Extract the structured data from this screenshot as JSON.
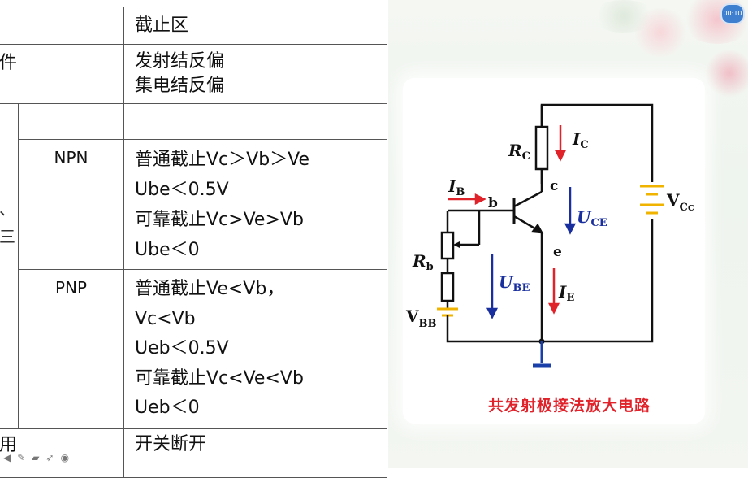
{
  "table": {
    "row_header_region": "截止区",
    "condition_label": "件",
    "condition_lines": [
      "发射结反偏",
      "集电结反偏"
    ],
    "npn": {
      "label": "NPN",
      "lines": [
        "普通截止Vc＞Vb＞Ve",
        "Ube＜0.5V",
        "可靠截止Vc>Ve>Vb",
        "Ube＜0"
      ]
    },
    "pnp": {
      "label": "PNP",
      "lines": [
        "普通截止Ve<Vb，",
        "Vc<Vb",
        "Ueb＜0.5V",
        "可靠截止Vc<Ve<Vb",
        "Ueb＜0"
      ]
    },
    "side_char_1": "、",
    "side_char_2": "三",
    "usage_label": "用",
    "usage_value": "开关断开"
  },
  "circuit": {
    "caption": "共发射极接法放大电路",
    "labels": {
      "rc": "R",
      "rc_sub": "C",
      "ic": "I",
      "ic_sub": "C",
      "c": "c",
      "ib": "I",
      "ib_sub": "B",
      "b": "b",
      "uce": "U",
      "uce_sub": "CE",
      "e": "e",
      "rb": "R",
      "rb_sub": "b",
      "ube": "U",
      "ube_sub": "BE",
      "ie": "I",
      "ie_sub": "E",
      "vbb": "V",
      "vbb_sub": "BB",
      "vcc": "V",
      "vcc_sub": "Cc"
    }
  },
  "toolbar": {
    "icons": [
      "arrow-left-icon",
      "pen-icon",
      "eraser-icon",
      "pointer-icon",
      "record-icon"
    ]
  },
  "timer": {
    "text": "00:10"
  },
  "colors": {
    "wire": "#111111",
    "current_arrow": "#e0222a",
    "voltage_arrow": "#1a2f9e",
    "resistor_border": "#111111",
    "battery": "#f0b400",
    "caption": "#e0222a",
    "ground": "#1a3fa8"
  }
}
